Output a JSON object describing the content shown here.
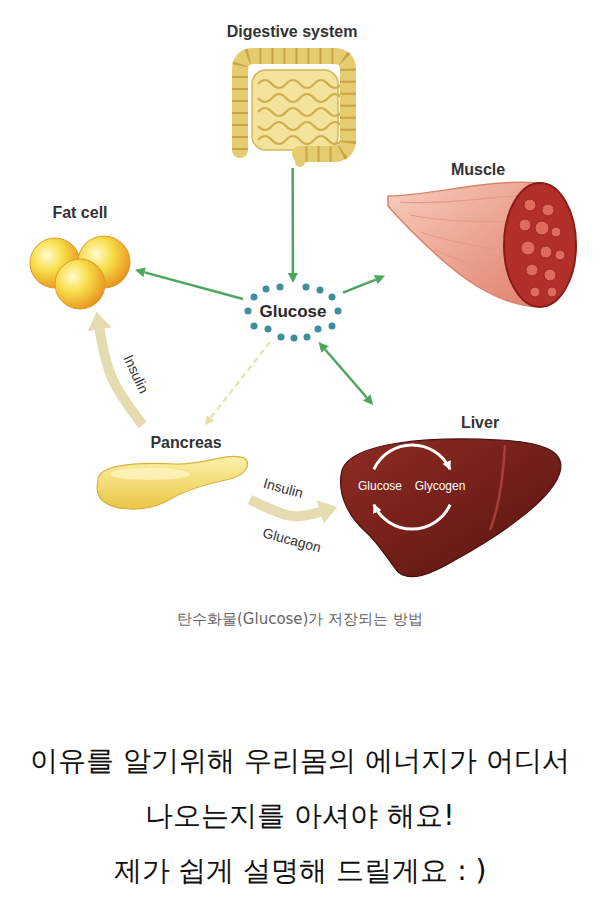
{
  "diagram": {
    "caption": "탄수화물(Glucose)가 저장되는 방법",
    "nodes": [
      {
        "text": [
          "Digestive system"
        ]
      },
      {
        "text": [
          "Muscle"
        ]
      },
      {
        "text": [
          "Fat cell"
        ]
      },
      {
        "text": [
          "Glucose"
        ]
      },
      {
        "text": [
          "Pancreas"
        ]
      },
      {
        "text": [
          "Liver",
          "Glucose",
          "Glycogen"
        ]
      }
    ],
    "edges": [
      {
        "from": 0,
        "to": 3,
        "arrow": "to"
      },
      {
        "from": 3,
        "to": 2,
        "arrow": "to"
      },
      {
        "from": 3,
        "to": 1,
        "arrow": "to"
      },
      {
        "from": 3,
        "to": 5,
        "arrow": "both"
      },
      {
        "from": 3,
        "to": 4,
        "arrow": "to"
      },
      {
        "from": 4,
        "to": 2,
        "label": "Insulin",
        "arrow": "to"
      },
      {
        "from": 4,
        "to": 5,
        "label": "Insulin",
        "arrow": "to"
      }
    ],
    "labels": [
      "Glucagon",
      "이유를 알기위해 우리몸의 에너지가 어디서 나오는지를 아셔야 해요!",
      "제가 쉽게 설명해 드릴게요 : )"
    ]
  }
}
